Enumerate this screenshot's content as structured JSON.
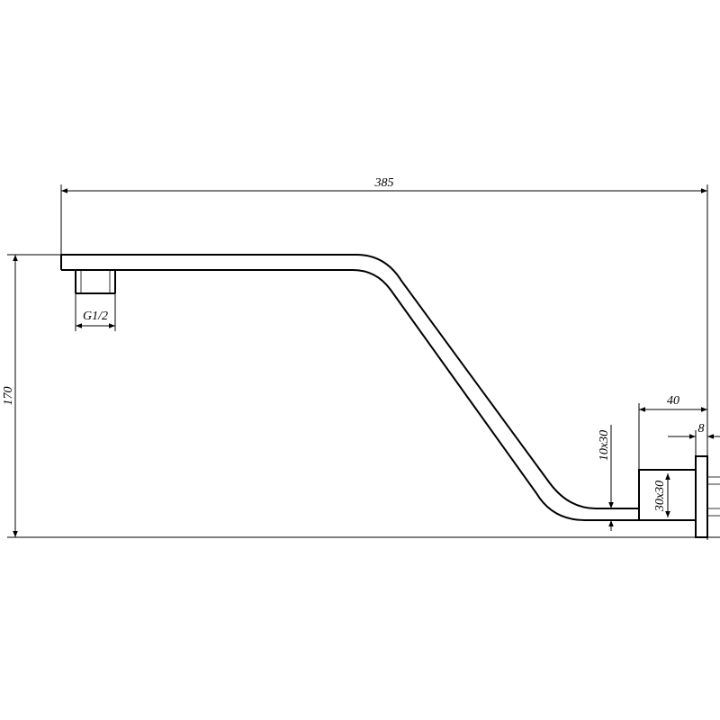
{
  "dimensions": {
    "overall_length": "385",
    "overall_height": "170",
    "thread_size": "G1/2",
    "arm_section": "10x30",
    "base_block": "30x30",
    "base_depth": "40",
    "flange_thickness": "8"
  },
  "icons": {
    "arrowhead": "filled-triangle-arrowhead"
  }
}
